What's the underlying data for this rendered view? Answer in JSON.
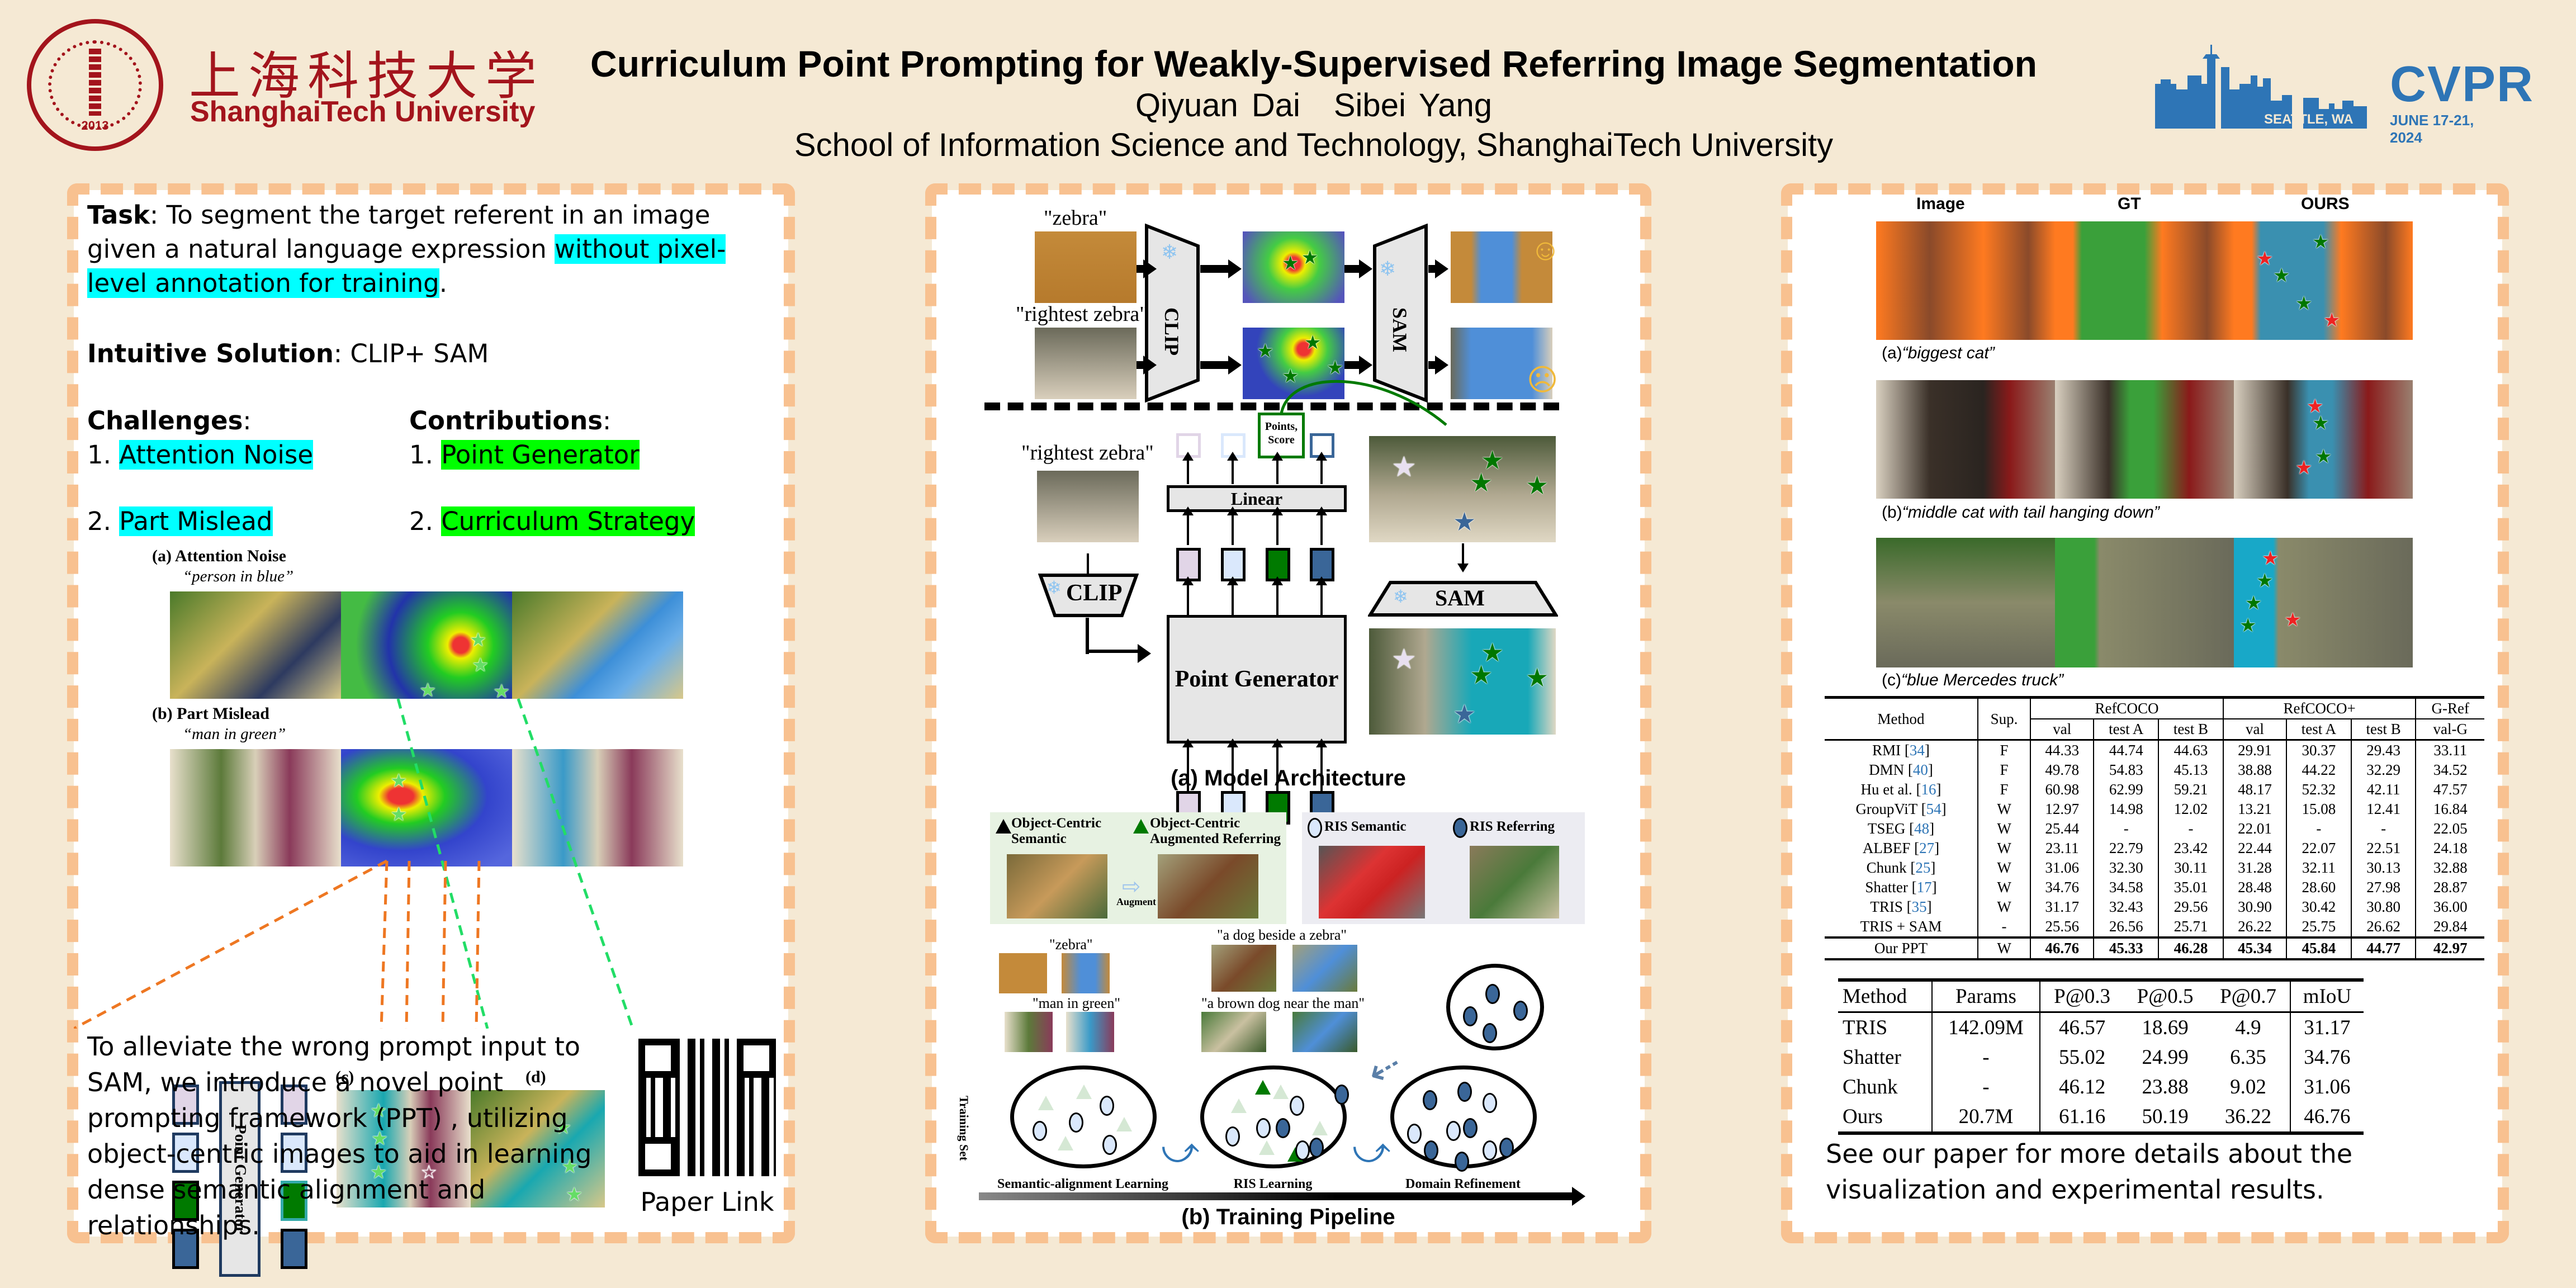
{
  "header": {
    "university_cn": "上海科技大学",
    "university_en": "ShanghaiTech University",
    "seal_year": "2013",
    "title": "Curriculum Point Prompting for Weakly-Supervised Referring Image Segmentation",
    "authors": [
      "Qiyuan Dai",
      "Sibei Yang"
    ],
    "affiliation": "School of Information Science and Technology, ShanghaiTech University",
    "conference": {
      "name": "CVPR",
      "city": "SEATTLE, WA",
      "dates": "JUNE 17-21, 2024",
      "color": "#2e75b6"
    }
  },
  "colors": {
    "accent_red": "#a3141c",
    "border_orange": "#f8c190",
    "background": "#f5e9d4",
    "highlight_cyan": "#00ffff",
    "highlight_green": "#00ff00"
  },
  "left_panel": {
    "task_label": "Task",
    "task_text": ": To segment the target referent in an image given a natural language expression ",
    "task_highlight": "without pixel-level annotation for training",
    "task_end": ".",
    "solution_label": "Intuitive Solution",
    "solution_text": ": CLIP+ SAM",
    "challenges_label": "Challenges",
    "challenges": [
      {
        "num": "1. ",
        "text": "Attention Noise"
      },
      {
        "num": "2. ",
        "text": "Part Mislead"
      }
    ],
    "contributions_label": "Contributions",
    "contributions": [
      {
        "num": "1. ",
        "text": "Point Generator"
      },
      {
        "num": "2. ",
        "text": "Curriculum Strategy"
      }
    ],
    "figure": {
      "a_label": "(a) Attention Noise",
      "a_query": "“person in blue”",
      "b_label": "(b) Part Mislead",
      "b_query": "“man in green”",
      "c_label": "(c)",
      "d_label": "(d)",
      "point_generator_label": "Point Generator"
    },
    "summary": "To alleviate the wrong prompt input to SAM, we introduce a novel point prompting framework (PPT) , utilizing object-centric images to aid in learning dense semantic alignment and relationships.",
    "qr_caption": "Paper Link"
  },
  "middle_panel": {
    "top": {
      "query1": "\"zebra\"",
      "query2": "\"rightest zebra\"",
      "clip_label": "CLIP",
      "sam_label": "SAM"
    },
    "arch": {
      "query": "\"rightest zebra\"",
      "clip_label": "CLIP",
      "linear_label": "Linear",
      "points_score_label": "Points, Score",
      "point_generator_label": "Point Generator",
      "sam_label": "SAM",
      "caption": "(a) Model Architecture",
      "token_colors": [
        "#e1d5e7",
        "#dae8fc",
        "#007a00",
        "#3a6698"
      ]
    },
    "pipeline": {
      "legend": [
        {
          "shape": "triangle-light",
          "label": "Object-Centric Semantic"
        },
        {
          "shape": "triangle-dark",
          "label": "Object-Centric Augmented Referring"
        },
        {
          "shape": "circle-light",
          "label": "RIS Semantic"
        },
        {
          "shape": "circle-dark",
          "label": "RIS Referring"
        }
      ],
      "augment_label": "Augment",
      "examples": [
        "\"zebra\"",
        "\"man in green\"",
        "\"a dog beside a zebra\"",
        "\"a brown dog near the man\""
      ],
      "training_set_label": "Training Set",
      "stages": [
        "Semantic-alignment Learning",
        "RIS Learning",
        "Domain Refinement"
      ],
      "caption": "(b) Training Pipeline"
    }
  },
  "right_panel": {
    "column_headers": [
      "Image",
      "GT",
      "OURS"
    ],
    "captions": [
      {
        "prefix": "(a)",
        "query": "“biggest cat”"
      },
      {
        "prefix": "(b)",
        "query": "“middle cat with tail hanging down”"
      },
      {
        "prefix": "(c)",
        "query": "“blue Mercedes truck”"
      }
    ],
    "table1": {
      "header_groups": [
        "RefCOCO",
        "RefCOCO+",
        "G-Ref"
      ],
      "method_header": "Method",
      "sup_header": "Sup.",
      "subheaders": [
        "val",
        "test A",
        "test B",
        "val",
        "test A",
        "test B",
        "val-G"
      ],
      "rows": [
        {
          "method": "RMI",
          "cite": "34",
          "sup": "F",
          "values": [
            "44.33",
            "44.74",
            "44.63",
            "29.91",
            "30.37",
            "29.43",
            "33.11"
          ]
        },
        {
          "method": "DMN",
          "cite": "40",
          "sup": "F",
          "values": [
            "49.78",
            "54.83",
            "45.13",
            "38.88",
            "44.22",
            "32.29",
            "34.52"
          ]
        },
        {
          "method": "Hu et al.",
          "cite": "16",
          "sup": "F",
          "values": [
            "60.98",
            "62.99",
            "59.21",
            "48.17",
            "52.32",
            "42.11",
            "47.57"
          ]
        },
        {
          "method": "GroupViT",
          "cite": "54",
          "sup": "W",
          "values": [
            "12.97",
            "14.98",
            "12.02",
            "13.21",
            "15.08",
            "12.41",
            "16.84"
          ]
        },
        {
          "method": "TSEG",
          "cite": "48",
          "sup": "W",
          "values": [
            "25.44",
            "-",
            "-",
            "22.01",
            "-",
            "-",
            "22.05"
          ]
        },
        {
          "method": "ALBEF",
          "cite": "27",
          "sup": "W",
          "values": [
            "23.11",
            "22.79",
            "23.42",
            "22.44",
            "22.07",
            "22.51",
            "24.18"
          ]
        },
        {
          "method": "Chunk",
          "cite": "25",
          "sup": "W",
          "values": [
            "31.06",
            "32.30",
            "30.11",
            "31.28",
            "32.11",
            "30.13",
            "32.88"
          ]
        },
        {
          "method": "Shatter",
          "cite": "17",
          "sup": "W",
          "values": [
            "34.76",
            "34.58",
            "35.01",
            "28.48",
            "28.60",
            "27.98",
            "28.87"
          ]
        },
        {
          "method": "TRIS",
          "cite": "35",
          "sup": "W",
          "values": [
            "31.17",
            "32.43",
            "29.56",
            "30.90",
            "30.42",
            "30.80",
            "36.00"
          ]
        },
        {
          "method": "TRIS + SAM",
          "cite": "",
          "sup": "-",
          "values": [
            "25.56",
            "26.56",
            "25.71",
            "26.22",
            "25.75",
            "26.62",
            "29.84"
          ]
        }
      ],
      "ours": {
        "method": "Our PPT",
        "sup": "W",
        "values": [
          "46.76",
          "45.33",
          "46.28",
          "45.34",
          "45.84",
          "44.77",
          "42.97"
        ]
      }
    },
    "table2": {
      "headers": [
        "Method",
        "Params",
        "P@0.3",
        "P@0.5",
        "P@0.7",
        "mIoU"
      ],
      "rows": [
        [
          "TRIS",
          "142.09M",
          "46.57",
          "18.69",
          "4.9",
          "31.17"
        ],
        [
          "Shatter",
          "-",
          "55.02",
          "24.99",
          "6.35",
          "34.76"
        ],
        [
          "Chunk",
          "-",
          "46.12",
          "23.88",
          "9.02",
          "31.06"
        ],
        [
          "Ours",
          "20.7M",
          "61.16",
          "50.19",
          "36.22",
          "46.76"
        ]
      ]
    },
    "footer_text": "See our paper for more details about the visualization and experimental results."
  }
}
